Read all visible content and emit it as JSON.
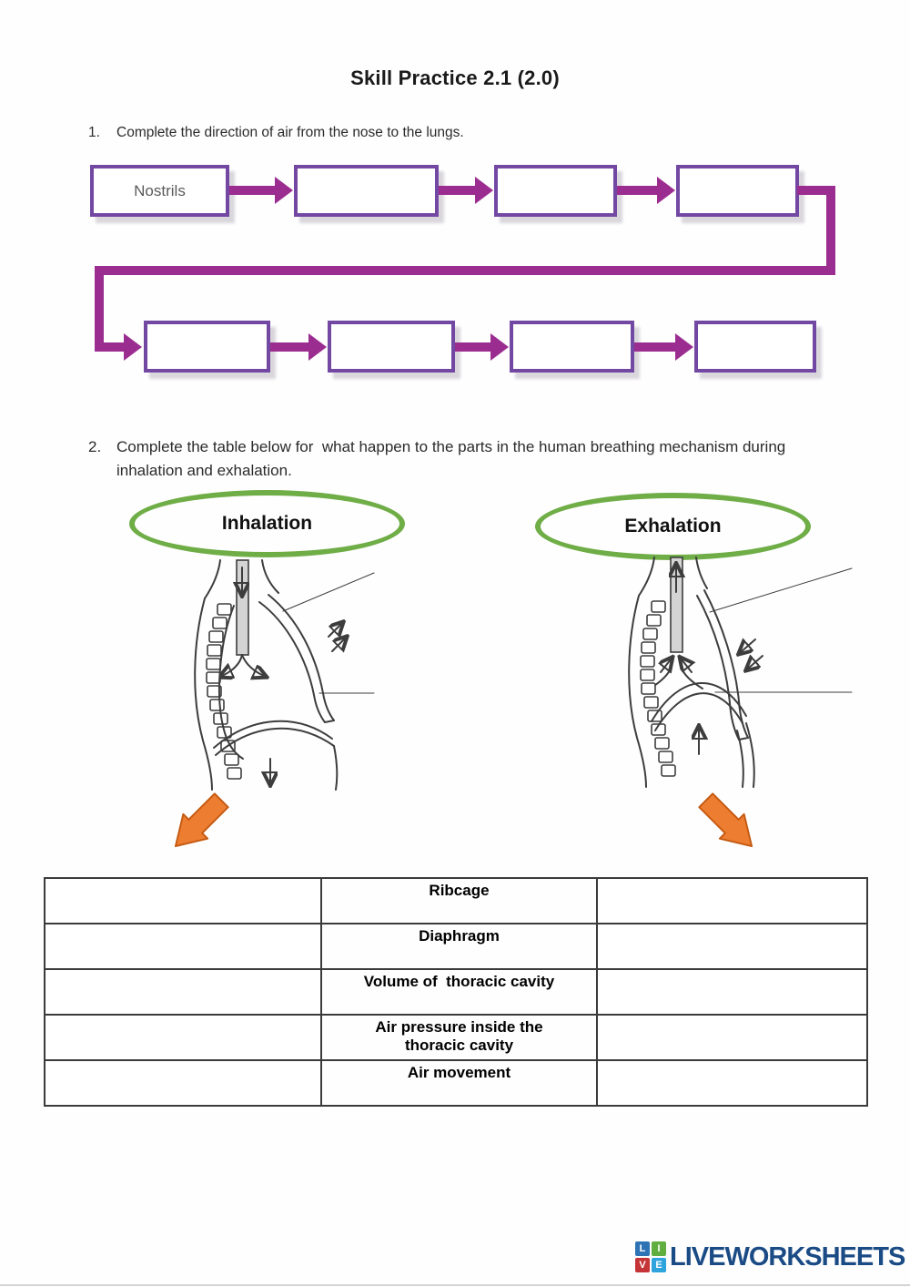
{
  "page": {
    "title": "Skill Practice 2.1 (2.0)"
  },
  "colors": {
    "box-border": "#7248A3",
    "flow-arrow": "#9B2D91",
    "ellipse": "#6FAD47",
    "orange": "#ED7D31",
    "orange-border": "#C45911",
    "brand": "#1A4B85",
    "table-border": "#3b3b3b"
  },
  "q1": {
    "number": "1.",
    "text": "Complete the direction of air from the nose to the lungs.",
    "flow": {
      "row1": [
        "Nostrils",
        "",
        "",
        ""
      ],
      "row2": [
        "",
        "",
        "",
        ""
      ]
    }
  },
  "q2": {
    "number": "2.",
    "line1": "Complete the table below for  what happen to the parts in the human breathing mechanism during",
    "line2": "inhalation and exhalation.",
    "labels": {
      "inhalation": "Inhalation",
      "exhalation": "Exhalation"
    }
  },
  "table": {
    "rows": [
      {
        "left": "",
        "label": "Ribcage",
        "right": ""
      },
      {
        "left": "",
        "label": "Diaphragm",
        "right": ""
      },
      {
        "left": "",
        "label": "Volume of  thoracic cavity",
        "right": ""
      },
      {
        "left": "",
        "label": "Air pressure inside the thoracic cavity",
        "right": ""
      },
      {
        "left": "",
        "label": "Air movement",
        "right": ""
      }
    ]
  },
  "footer": {
    "icon_letters": [
      "L",
      "I",
      "V",
      "E"
    ],
    "brand": "LIVEWORKSHEETS"
  }
}
